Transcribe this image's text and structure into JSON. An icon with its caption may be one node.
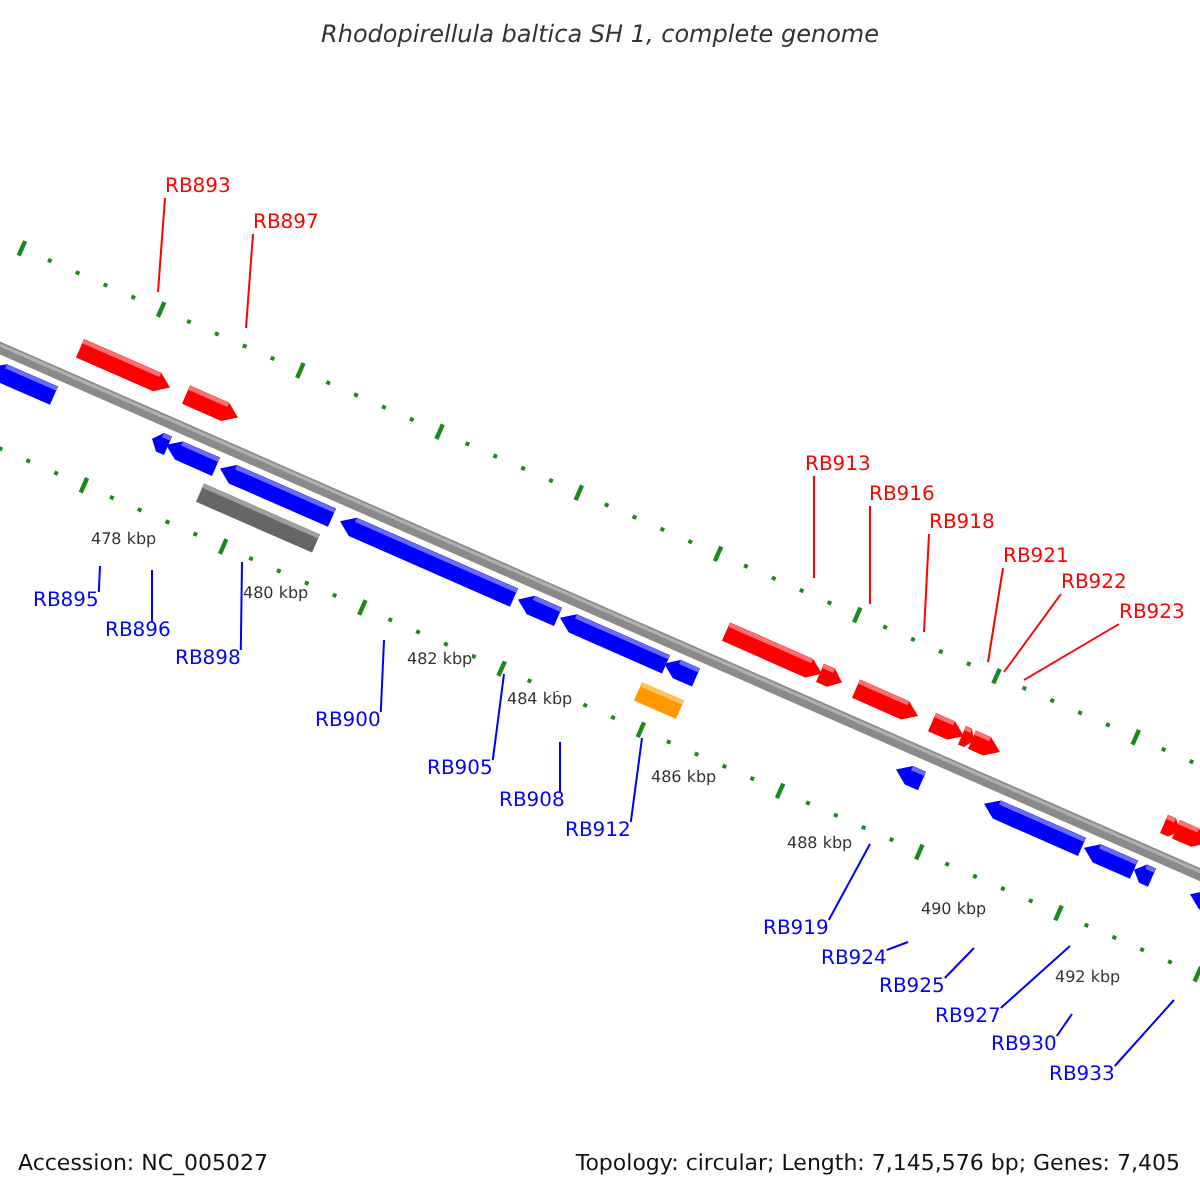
{
  "diagram": {
    "title": "Rhodopirellula baltica SH 1, complete genome",
    "nodes": [
      {
        "text": [
          "RB893"
        ]
      },
      {
        "text": [
          "RB897"
        ]
      },
      {
        "text": [
          "RB895"
        ]
      },
      {
        "text": [
          "RB896"
        ]
      },
      {
        "text": [
          "RB898"
        ]
      },
      {
        "text": [
          "RB900"
        ]
      },
      {
        "text": [
          "RB913"
        ]
      },
      {
        "text": [
          "RB916"
        ]
      },
      {
        "text": [
          "RB918"
        ]
      },
      {
        "text": [
          "RB905"
        ]
      },
      {
        "text": [
          "RB921"
        ]
      },
      {
        "text": [
          "RB922"
        ]
      },
      {
        "text": [
          "RB923"
        ]
      },
      {
        "text": [
          "RB908"
        ]
      },
      {
        "text": [
          "RB912"
        ]
      },
      {
        "text": [
          "RB919"
        ]
      },
      {
        "text": [
          "RB924"
        ]
      },
      {
        "text": [
          "RB925"
        ]
      },
      {
        "text": [
          "RB927"
        ]
      },
      {
        "text": [
          "RB930"
        ]
      },
      {
        "text": [
          "RB933"
        ]
      }
    ],
    "edges": [
      {
        "from": 0,
        "to": null,
        "arrow": "none",
        "color": "#ff0000"
      },
      {
        "from": 1,
        "to": null,
        "arrow": "none",
        "color": "#ff0000"
      },
      {
        "from": 2,
        "to": null,
        "arrow": "none"
      },
      {
        "from": 3,
        "to": null,
        "arrow": "none"
      },
      {
        "from": 4,
        "to": null,
        "arrow": "none"
      },
      {
        "from": 5,
        "to": null,
        "arrow": "none"
      },
      {
        "from": 6,
        "to": null,
        "arrow": "none",
        "color": "#ff0000"
      },
      {
        "from": 7,
        "to": null,
        "arrow": "none",
        "color": "#ff0000"
      },
      {
        "from": 8,
        "to": null,
        "arrow": "none",
        "color": "#ff0000"
      },
      {
        "from": 9,
        "to": null,
        "arrow": "none"
      },
      {
        "from": 10,
        "to": null,
        "arrow": "none",
        "color": "#ff0000"
      },
      {
        "from": 11,
        "to": null,
        "arrow": "none",
        "color": "#ff0000"
      },
      {
        "from": 12,
        "to": null,
        "arrow": "none",
        "color": "#ff0000"
      },
      {
        "from": 13,
        "to": null,
        "arrow": "none"
      },
      {
        "from": 14,
        "to": null,
        "arrow": "none"
      },
      {
        "from": 15,
        "to": null,
        "arrow": "none"
      },
      {
        "from": 16,
        "to": null,
        "arrow": "none"
      },
      {
        "from": 17,
        "to": null,
        "arrow": "none"
      },
      {
        "from": 18,
        "to": null,
        "arrow": "none"
      },
      {
        "from": 19,
        "to": null,
        "arrow": "none"
      },
      {
        "from": 20,
        "to": null,
        "arrow": "none"
      }
    ],
    "labels": [
      "478 kbp",
      "480 kbp",
      "482 kbp",
      "484 kbp",
      "486 kbp",
      "488 kbp",
      "490 kbp",
      "492 kbp",
      "Accession: NC_005027",
      "Topology: circular; Length: 7,145,576 bp; Genes: 7,405"
    ]
  }
}
